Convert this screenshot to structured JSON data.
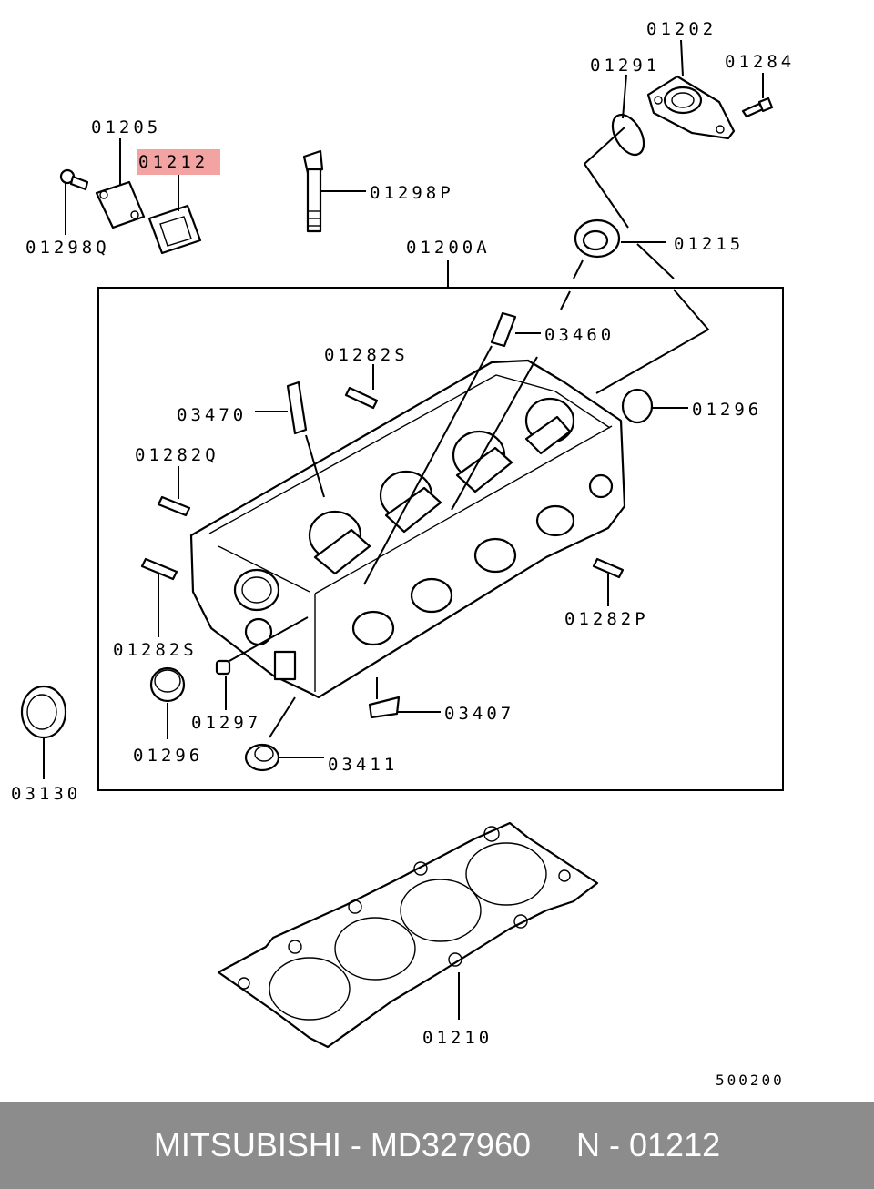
{
  "diagram": {
    "labels": {
      "p01202": "01202",
      "p01291": "01291",
      "p01284": "01284",
      "p01205": "01205",
      "p01212": "01212",
      "p01298P": "01298P",
      "p01298Q": "01298Q",
      "p01200A": "01200A",
      "p01215": "01215",
      "p03460": "03460",
      "p01282S_top": "01282S",
      "p03470": "03470",
      "p01296_right": "01296",
      "p01282Q": "01282Q",
      "p01282P": "01282P",
      "p01282S_left": "01282S",
      "p03407": "03407",
      "p01297": "01297",
      "p01296_left": "01296",
      "p03411": "03411",
      "p03130": "03130",
      "p01210": "01210"
    },
    "highlight_color": "#f4a3a3",
    "diagram_code": "500200"
  },
  "footer": {
    "text": "MITSUBISHI - MD327960     N - 01212",
    "background": "#8c8c8c",
    "text_color": "#ffffff"
  }
}
